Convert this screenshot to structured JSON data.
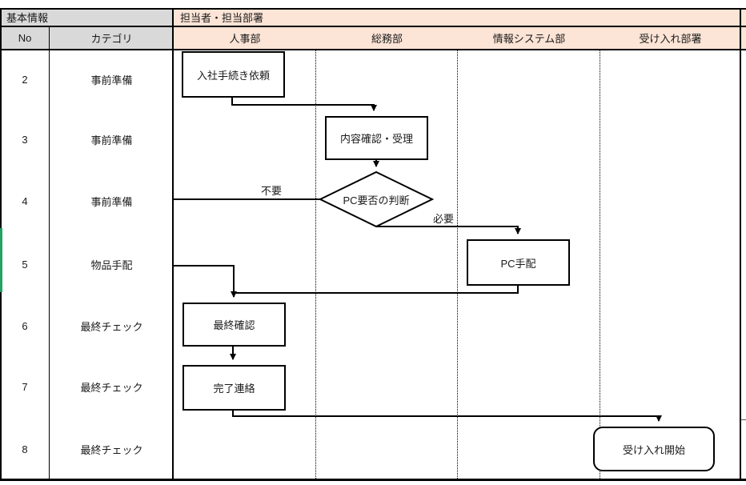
{
  "table": {
    "header_group_left": "基本情報",
    "header_group_right": "担当者・担当部署",
    "columns": {
      "no": "No",
      "category": "カテゴリ",
      "lane1": "人事部",
      "lane2": "総務部",
      "lane3": "情報システム部",
      "lane4": "受け入れ部署"
    },
    "rows": [
      {
        "no": "2",
        "category": "事前準備"
      },
      {
        "no": "3",
        "category": "事前準備"
      },
      {
        "no": "4",
        "category": "事前準備"
      },
      {
        "no": "5",
        "category": "物品手配"
      },
      {
        "no": "6",
        "category": "最終チェック"
      },
      {
        "no": "7",
        "category": "最終チェック"
      },
      {
        "no": "8",
        "category": "最終チェック"
      }
    ]
  },
  "flowchart": {
    "nodes": [
      {
        "id": "request",
        "label": "入社手続き依頼",
        "type": "process",
        "lane": "人事部"
      },
      {
        "id": "confirm",
        "label": "内容確認・受理",
        "type": "process",
        "lane": "総務部"
      },
      {
        "id": "decision",
        "label": "PC要否の判断",
        "type": "decision",
        "lane": "総務部"
      },
      {
        "id": "pcorder",
        "label": "PC手配",
        "type": "process",
        "lane": "情報システム部"
      },
      {
        "id": "finalchk",
        "label": "最終確認",
        "type": "process",
        "lane": "人事部"
      },
      {
        "id": "notify",
        "label": "完了連絡",
        "type": "process",
        "lane": "人事部"
      },
      {
        "id": "start",
        "label": "受け入れ開始",
        "type": "terminator",
        "lane": "受け入れ部署"
      }
    ],
    "edge_labels": {
      "no": "不要",
      "yes": "必要"
    }
  },
  "colors": {
    "header_gray": "#d9d9d9",
    "header_peach": "#fce4d6",
    "line_black": "#000000",
    "selection_green": "#21a366",
    "background": "#ffffff"
  }
}
